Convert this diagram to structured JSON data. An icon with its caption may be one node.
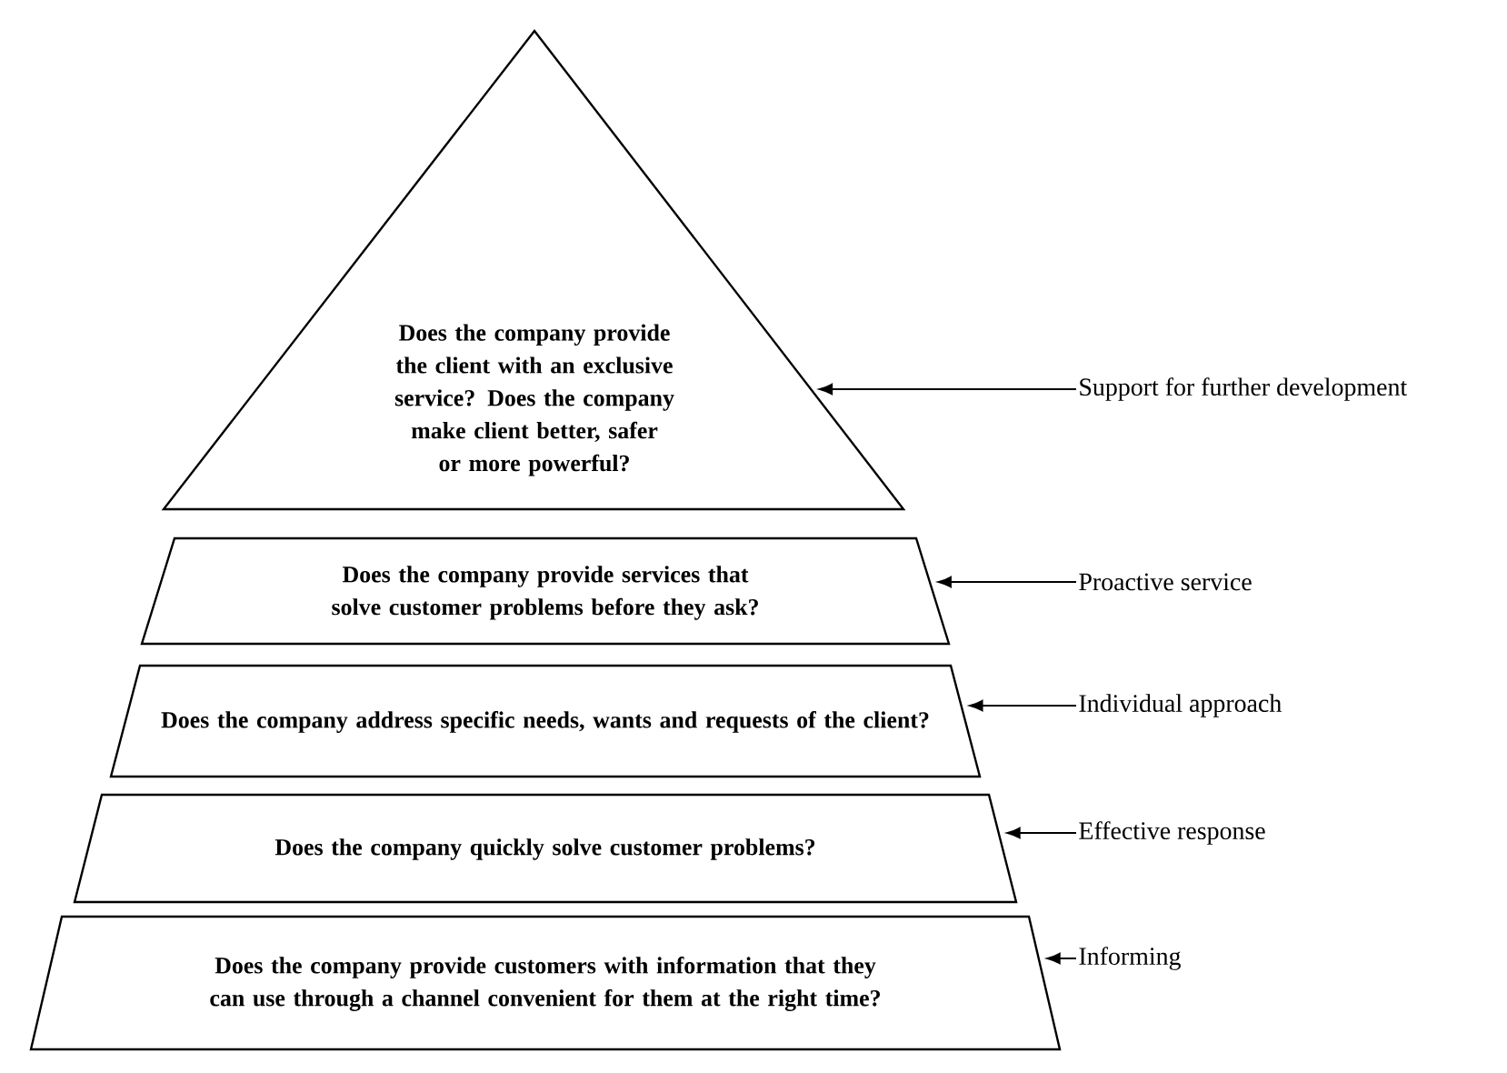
{
  "diagram": {
    "nodes": [
      {
        "text": [
          "Does the company provide the client with an exclusive service? Does the company make client better, safer or more powerful?"
        ]
      },
      {
        "text": [
          "Support for further development"
        ]
      },
      {
        "text": [
          "Does the company provide services that solve customer problems before they ask?"
        ]
      },
      {
        "text": [
          "Proactive service"
        ]
      },
      {
        "text": [
          "Does the company address specific needs, wants and requests of the client?"
        ]
      },
      {
        "text": [
          "Individual approach"
        ]
      },
      {
        "text": [
          "Does the company quickly solve customer problems?"
        ]
      },
      {
        "text": [
          "Effective response"
        ]
      },
      {
        "text": [
          "Does the company provide customers with information that they can use through a channel convenient for them at the right time?"
        ]
      },
      {
        "text": [
          "Informing"
        ]
      }
    ],
    "edges": [
      {
        "from": 1,
        "to": 0,
        "arrow": "to"
      },
      {
        "from": 3,
        "to": 2,
        "arrow": "to"
      },
      {
        "from": 5,
        "to": 4,
        "arrow": "to"
      },
      {
        "from": 7,
        "to": 6,
        "arrow": "to"
      },
      {
        "from": 9,
        "to": 8,
        "arrow": "to"
      }
    ]
  }
}
